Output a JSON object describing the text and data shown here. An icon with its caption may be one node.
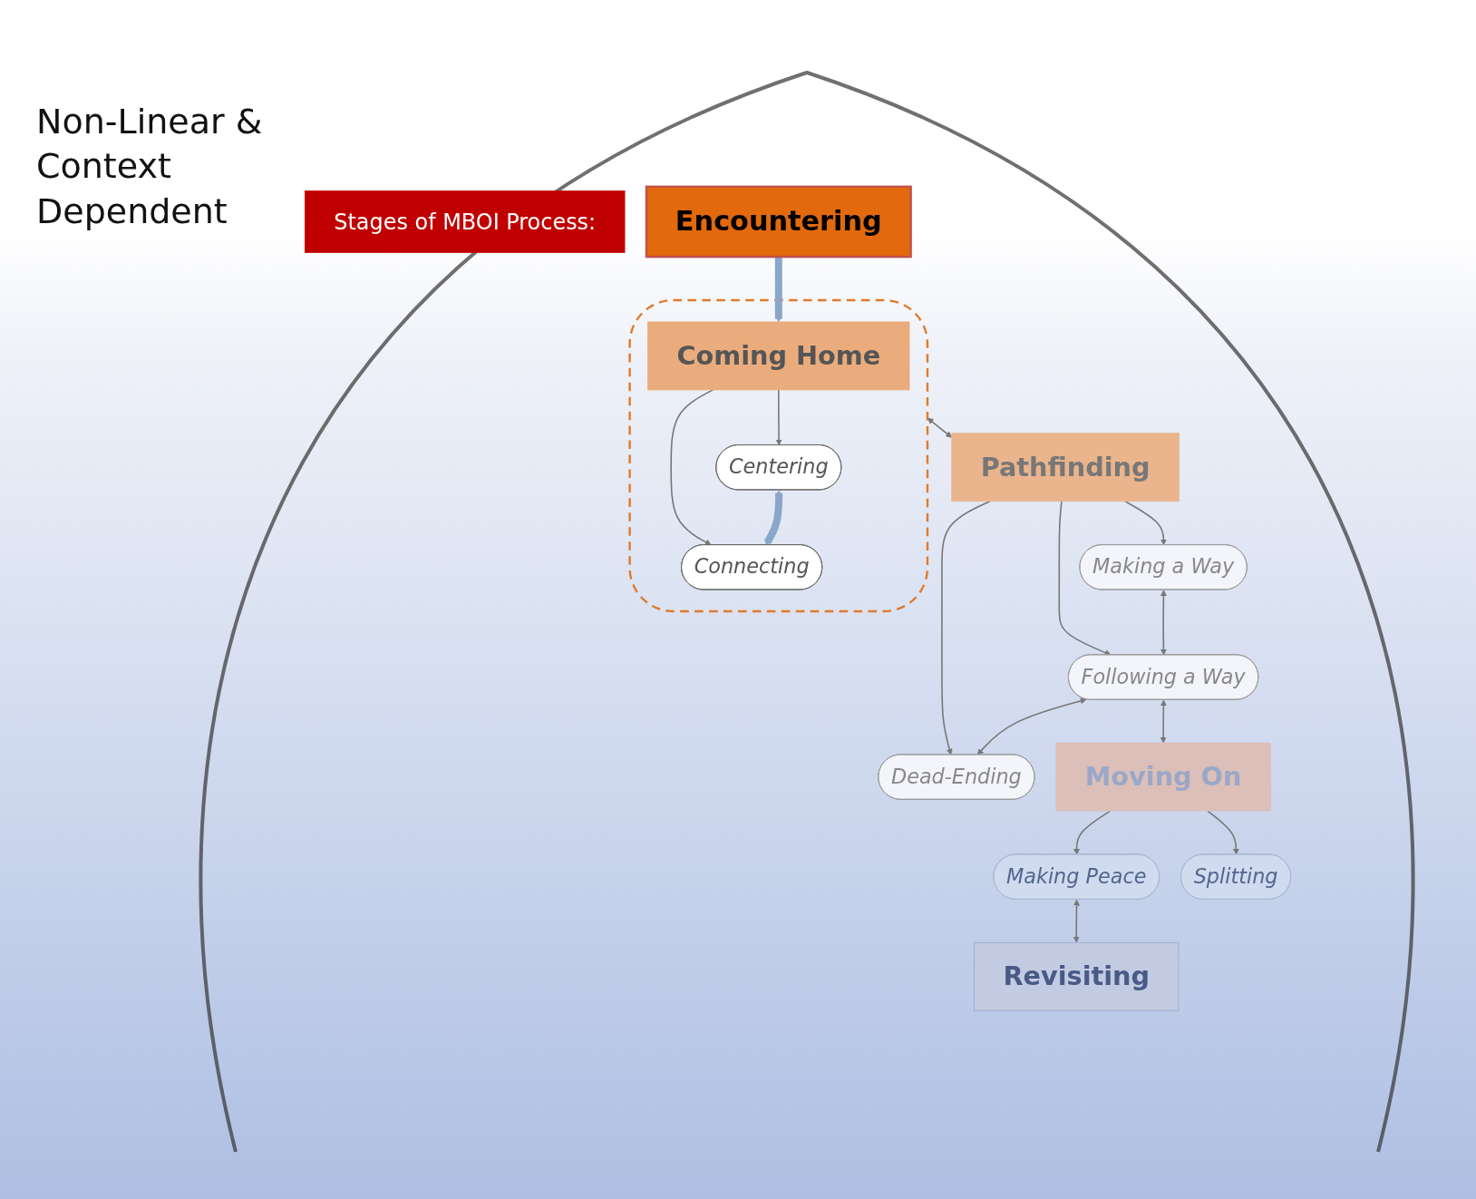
{
  "diagram": {
    "nodes": [
      {
        "text": [
          "Stages of MBOI Process:"
        ]
      },
      {
        "text": [
          "Encountering"
        ]
      },
      {
        "text": [],
        "shape": "ellipse"
      },
      {
        "text": [
          "Coming Home"
        ],
        "in": 2
      },
      {
        "text": [
          "Centering"
        ],
        "in": 2
      },
      {
        "text": [
          "Connecting"
        ],
        "in": 2
      },
      {
        "text": [
          "Pathfinding"
        ]
      },
      {
        "text": [
          "Making a Way"
        ]
      },
      {
        "text": [
          "Following a Way"
        ]
      },
      {
        "text": [
          "Dead-Ending"
        ]
      },
      {
        "text": [
          "Moving On"
        ]
      },
      {
        "text": [
          "Making Peace"
        ]
      },
      {
        "text": [
          "Splitting"
        ]
      },
      {
        "text": [
          "Revisiting"
        ]
      }
    ],
    "edges": [
      {
        "from": 1,
        "to": 3,
        "arrow": "to",
        "style": "thick"
      },
      {
        "from": 3,
        "to": 4,
        "arrow": "to"
      },
      {
        "from": 3,
        "to": 5,
        "arrow": "to"
      },
      {
        "from": 4,
        "to": 5,
        "arrow": "both",
        "style": "thick"
      },
      {
        "from": 2,
        "to": 6,
        "arrow": "both"
      },
      {
        "from": 6,
        "to": 7,
        "arrow": "to"
      },
      {
        "from": 6,
        "to": 8,
        "arrow": "to"
      },
      {
        "from": 6,
        "to": 9,
        "arrow": "to"
      },
      {
        "from": 7,
        "to": 8,
        "arrow": "both"
      },
      {
        "from": 8,
        "to": 9,
        "arrow": "both"
      },
      {
        "from": 8,
        "to": 10,
        "arrow": "both"
      },
      {
        "from": 10,
        "to": 11,
        "arrow": "to"
      },
      {
        "from": 10,
        "to": 12,
        "arrow": "to"
      },
      {
        "from": 11,
        "to": 13,
        "arrow": "both"
      }
    ],
    "labels": [
      "Non-Linear & Context Dependent"
    ]
  }
}
